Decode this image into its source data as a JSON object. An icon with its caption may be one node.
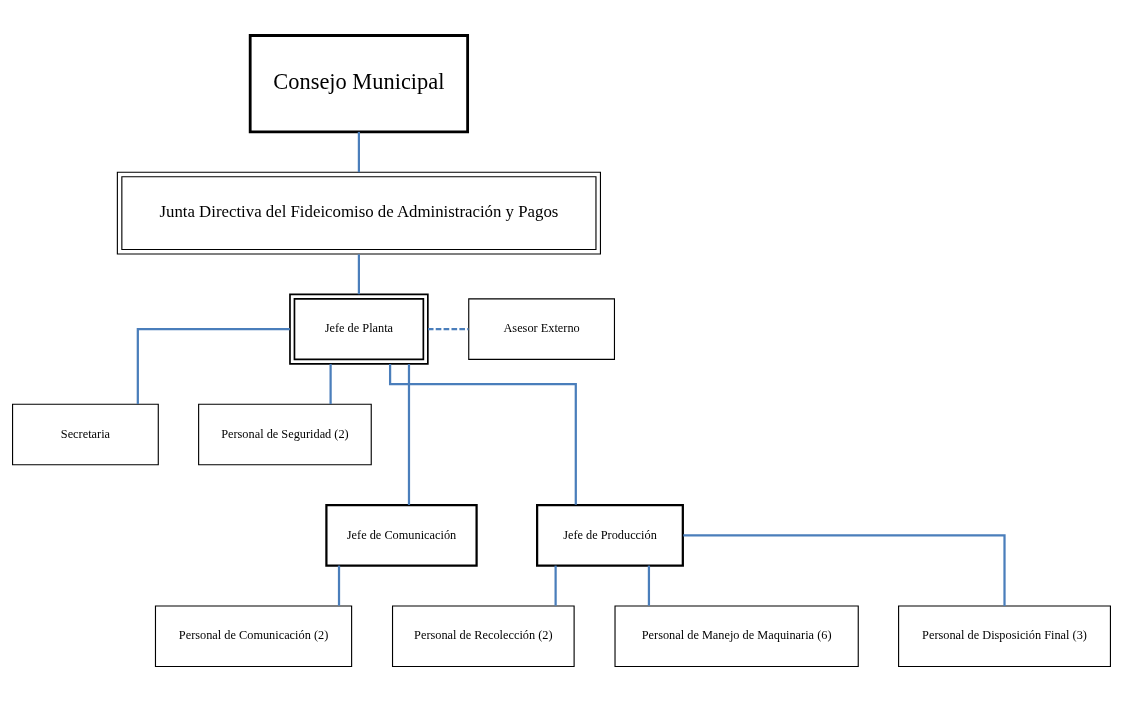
{
  "diagram": {
    "nodes": [
      {
        "text": [
          "Consejo Municipal"
        ]
      },
      {
        "text": [
          "Junta Directiva del Fideicomiso de Administración y Pagos"
        ]
      },
      {
        "text": [
          "Jefe de Planta"
        ]
      },
      {
        "text": [
          "Asesor Externo"
        ]
      },
      {
        "text": [
          "Secretaria"
        ]
      },
      {
        "text": [
          "Personal de Seguridad (2)"
        ]
      },
      {
        "text": [
          "Jefe de Comunicación"
        ]
      },
      {
        "text": [
          "Jefe de Producción"
        ]
      },
      {
        "text": [
          "Personal de Comunicación (2)"
        ]
      },
      {
        "text": [
          "Personal de Recolección (2)"
        ]
      },
      {
        "text": [
          "Personal de Manejo de Maquinaria (6)"
        ]
      },
      {
        "text": [
          "Personal de Disposición Final (3)"
        ]
      }
    ],
    "edges": [
      {
        "from": 0,
        "to": 1,
        "arrow": "none"
      },
      {
        "from": 1,
        "to": 2,
        "arrow": "none"
      },
      {
        "from": 2,
        "to": 3,
        "arrow": "none",
        "style": "dashed"
      },
      {
        "from": 2,
        "to": 4,
        "arrow": "none"
      },
      {
        "from": 2,
        "to": 5,
        "arrow": "none"
      },
      {
        "from": 2,
        "to": 6,
        "arrow": "none"
      },
      {
        "from": 2,
        "to": 7,
        "arrow": "none"
      },
      {
        "from": 6,
        "to": 8,
        "arrow": "none"
      },
      {
        "from": 7,
        "to": 9,
        "arrow": "none"
      },
      {
        "from": 7,
        "to": 10,
        "arrow": "none"
      },
      {
        "from": 7,
        "to": 11,
        "arrow": "none"
      }
    ]
  }
}
